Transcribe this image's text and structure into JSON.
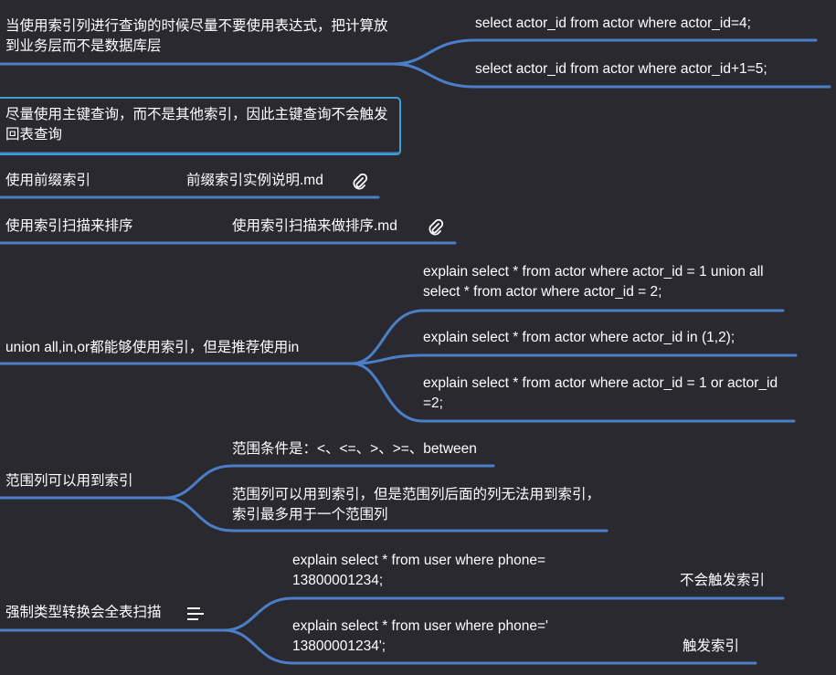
{
  "colors": {
    "background": "#2b2930",
    "line": "#4a7fc8",
    "selection": "#3aa0d6",
    "text": "#ffffff"
  },
  "nodes": {
    "expression": {
      "label": "当使用索引列进行查询的时候尽量不要使用表达式，把计算放到业务层而不是数据库层",
      "children": [
        "select actor_id from actor where actor_id=4;",
        "select actor_id from actor where actor_id+1=5;"
      ]
    },
    "primary_key": {
      "label": "尽量使用主键查询，而不是其他索引，因此主键查询不会触发回表查询"
    },
    "prefix_index": {
      "label": "使用前缀索引",
      "attachment": "前缀索引实例说明.md",
      "icon": "paperclip-icon"
    },
    "index_sort": {
      "label": "使用索引扫描来排序",
      "attachment": "使用索引扫描来做排序.md",
      "icon": "paperclip-icon"
    },
    "union_in_or": {
      "label": "union all,in,or都能够使用索引，但是推荐使用in",
      "children": [
        "explain select * from actor where actor_id = 1 union all select * from actor where actor_id = 2;",
        "explain select * from actor where actor_id in (1,2);",
        " explain select * from actor where actor_id = 1 or actor_id =2;"
      ]
    },
    "range_column": {
      "label": "范围列可以用到索引",
      "children": [
        "范围条件是：<、<=、>、>=、between",
        "范围列可以用到索引，但是范围列后面的列无法用到索引，索引最多用于一个范围列"
      ]
    },
    "type_cast": {
      "label": "强制类型转换会全表扫描",
      "icon": "notes-icon",
      "children": [
        {
          "query": "explain select * from user where phone= 13800001234;",
          "note": "不会触发索引"
        },
        {
          "query": "explain select * from user where phone=' 13800001234';",
          "note": "触发索引"
        }
      ]
    }
  }
}
